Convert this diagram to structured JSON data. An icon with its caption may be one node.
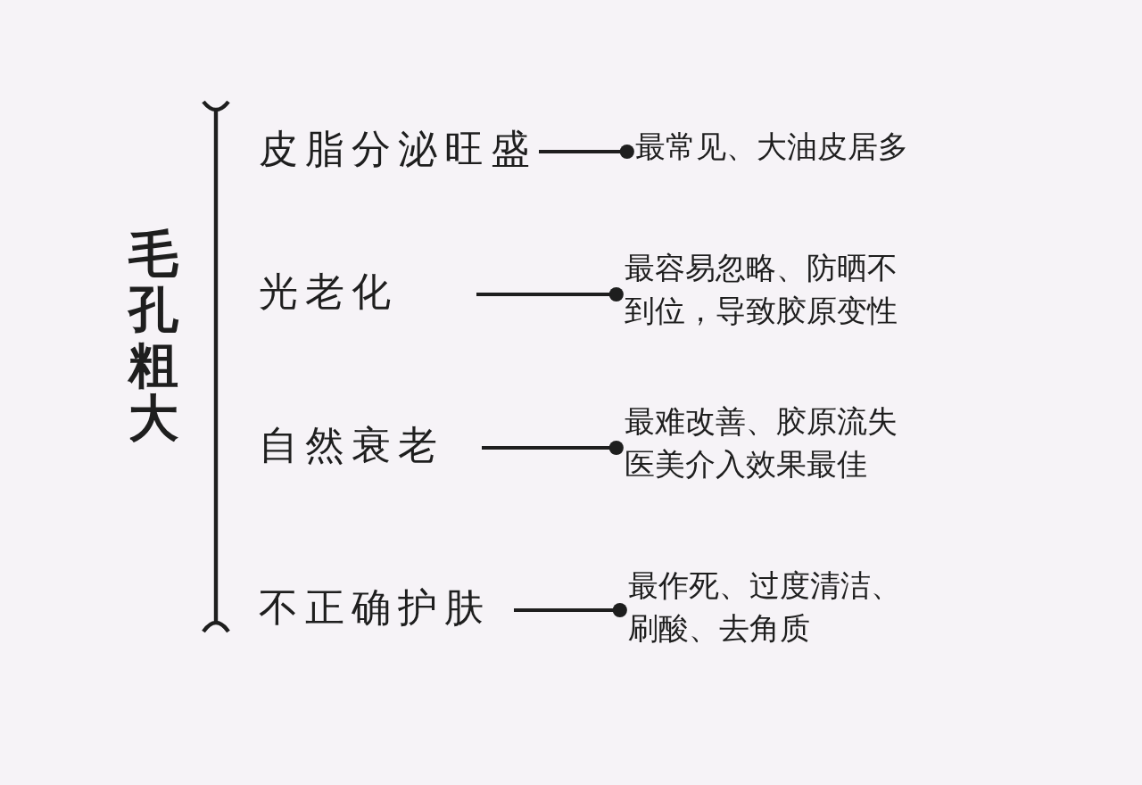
{
  "diagram": {
    "nodes": [
      {
        "text": [
          "毛孔粗大"
        ]
      },
      {
        "text": [
          "皮脂分泌旺盛"
        ]
      },
      {
        "text": [
          "最常见、大油皮居多"
        ]
      },
      {
        "text": [
          "光老化"
        ]
      },
      {
        "text": [
          "最容易忽略、防晒不到位，导致胶原变性"
        ]
      },
      {
        "text": [
          "自然衰老"
        ]
      },
      {
        "text": [
          "最难改善、胶原流失医美介入效果最佳"
        ]
      },
      {
        "text": [
          "不正确护肤"
        ]
      },
      {
        "text": [
          "最作死、过度清洁、刷酸、去角质"
        ]
      }
    ],
    "edges": [
      {
        "from": 1,
        "to": 2,
        "arrow": "other"
      },
      {
        "from": 3,
        "to": 4,
        "arrow": "other"
      },
      {
        "from": 5,
        "to": 6,
        "arrow": "other"
      },
      {
        "from": 7,
        "to": 8,
        "arrow": "other"
      }
    ]
  }
}
